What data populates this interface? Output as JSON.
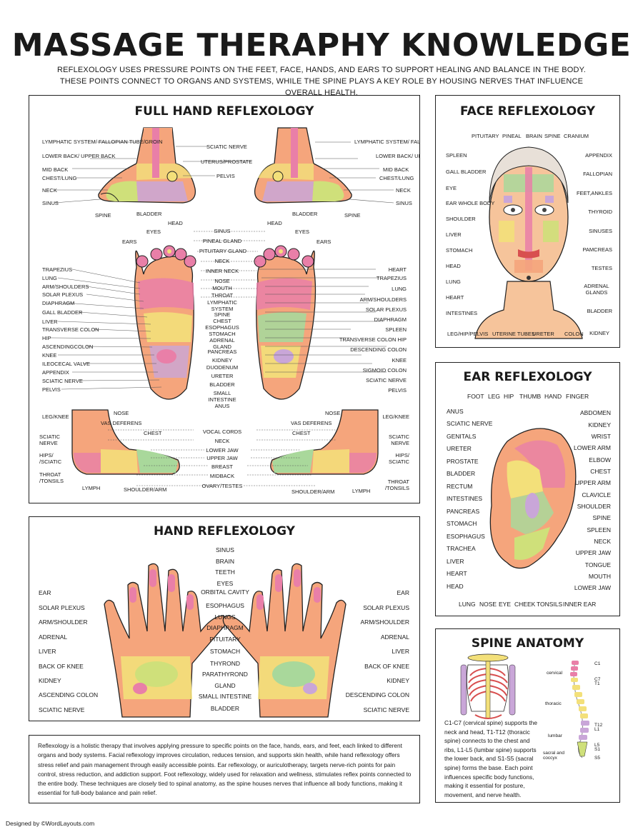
{
  "header": {
    "title": "MASSAGE THERAPHY KNOWLEDGE",
    "intro": "REFLEXOLOGY USES PRESSURE POINTS ON THE FEET, FACE, HANDS, AND EARS TO SUPPORT HEALING AND BALANCE IN THE BODY. THESE POINTS CONNECT TO ORGANS AND SYSTEMS, WHILE THE SPINE PLAYS A KEY ROLE BY HOUSING NERVES THAT INFLUENCE OVERALL HEALTH."
  },
  "colors": {
    "pink": "#e97fa8",
    "peach": "#f5a57c",
    "yellow": "#f3e07a",
    "lime": "#cfe07a",
    "green": "#a9d89b",
    "lavender": "#c9a6d8",
    "skin": "#f6c49b",
    "red": "#d84f4f",
    "border": "#222222"
  },
  "foot": {
    "title": "FULL HAND REFLEXOLOGY",
    "top_left": [
      "LYMPHATIC SYSTEM/ FALLOPIAN TUBE/GROIN",
      "LOWER BACK/ UPPER BACK",
      "MID BACK",
      "CHEST/LUNG",
      "NECK",
      "SINUS"
    ],
    "top_center": [
      "SCIATIC NERVE",
      "UTERUS/PROSTATE",
      "PELVIS"
    ],
    "top_right": [
      "LYMPHATIC SYSTEM/ FALLOPIAN TUBE/GROIN",
      "LOWER BACK/ UPPER BACK",
      "MID BACK",
      "CHEST/LUNG",
      "NECK",
      "SINUS"
    ],
    "top_bottom": [
      "SPINE",
      "BLADDER",
      "BLADDER",
      "SPINE"
    ],
    "sole_top": [
      "EARS",
      "EYES",
      "HEAD",
      "HEAD",
      "EYES",
      "EARS"
    ],
    "sole_left": [
      "TRAPEZIUS",
      "LUNG",
      "ARM/SHOULDERS",
      "SOLAR PLEXUS",
      "DIAPHRAGM",
      "GALL BLADDER",
      "LIVER",
      "TRANSVERSE COLON",
      "HIP",
      "ASCENDINGCOLON",
      "KNEE",
      "ILEOCECAL VALVE",
      "APPENDIX",
      "SCIATIC NERVE",
      "PELVIS"
    ],
    "sole_center": [
      "SINUS",
      "PINEAL GLAND",
      "PITUITARY GLAND",
      "NECK",
      "INNER NECK",
      "NOSE",
      "MOUTH",
      "THROAT",
      "LYMPHATIC SYSTEM",
      "SPINE",
      "CHEST",
      "ESOPHAGUS",
      "STOMACH",
      "ADRENAL GLAND",
      "PANCREAS",
      "KIDNEY",
      "DUODENUM",
      "URETER",
      "BLADDER",
      "SMALL INTESTINE",
      "ANUS"
    ],
    "sole_right": [
      "HEART",
      "TRAPEZIUS",
      "LUNG",
      "ARM/SHOULDERS",
      "SOLAR PLEXUS",
      "DIAPHRAGM",
      "SPLEEN",
      "TRANSVERSE COLON HIP",
      "DESCENDING COLON",
      "KNEE",
      "SIGMOID COLON",
      "SCIATIC NERVE",
      "PELVIS"
    ],
    "side_left": [
      "LEG/KNEE",
      "SCIATIC NERVE",
      "HIPS/ /SCIATIC",
      "THROAT /TONSILS",
      "LYMPH"
    ],
    "side_inner_left": [
      "NOSE",
      "VAS DEFERENS",
      "CHEST"
    ],
    "side_center": [
      "VOCAL CORDS",
      "NECK",
      "LOWER JAW",
      "UPPER JAW",
      "BREAST",
      "MIDBACK",
      "OVARY/TESTES"
    ],
    "side_inner_right": [
      "NOSE",
      "VAS DEFERENS",
      "CHEST"
    ],
    "side_right": [
      "LEG/KNEE",
      "SCIATIC NERVE",
      "HIPS/ SCIATIC",
      "THROAT /TONSILS",
      "LYMPH"
    ],
    "shoulder_arm": [
      "SHOULDER/ARM",
      "SHOULDER/ARM"
    ]
  },
  "face": {
    "title": "FACE REFLEXOLOGY",
    "top": [
      "PITUITARY",
      "PINEAL",
      "BRAIN",
      "SPINE",
      "CRANIUM"
    ],
    "left": [
      "SPLEEN",
      "GALL BLADDER",
      "EYE",
      "EAR WHOLE BODY",
      "SHOULDER",
      "LIVER",
      "STOMACH",
      "HEAD",
      "LUNG",
      "HEART",
      "INTESTINES"
    ],
    "right": [
      "APPENDIX",
      "FALLOPIAN",
      "FEET,ANKLES",
      "THYROID",
      "SINUSES",
      "PAMCREAS",
      "TESTES",
      "ADRENAL GLANDS",
      "BLADDER",
      "KIDNEY"
    ],
    "bottom": [
      "LEG/HIP/PELVIS",
      "UTERINE TUBES",
      "URETER",
      "COLON"
    ]
  },
  "ear": {
    "title": "EAR REFLEXOLOGY",
    "top": [
      "FOOT",
      "LEG",
      "HIP",
      "THUMB",
      "HAND",
      "FINGER"
    ],
    "left": [
      "ANUS",
      "SCIATIC NERVE",
      "GENITALS",
      "URETER",
      "PROSTATE",
      "BLADDER",
      "RECTUM",
      "INTESTINES",
      "PANCREAS",
      "STOMACH",
      "ESOPHAGUS",
      "TRACHEA",
      "LIVER",
      "HEART",
      "HEAD"
    ],
    "right": [
      "ABDOMEN",
      "KIDNEY",
      "WRIST",
      "LOWER ARM",
      "ELBOW",
      "CHEST",
      "UPPER ARM",
      "CLAVICLE",
      "SHOULDER",
      "SPINE",
      "SPLEEN",
      "NECK",
      "UPPER JAW",
      "TONGUE",
      "MOUTH",
      "LOWER JAW"
    ],
    "bottom": [
      "LUNG",
      "NOSE",
      "EYE",
      "CHEEK",
      "TONSILS",
      "INNER EAR"
    ]
  },
  "hand": {
    "title": "HAND REFLEXOLOGY",
    "left": [
      "EAR",
      "SOLAR PLEXUS",
      "ARM/SHOULDER",
      "ADRENAL",
      "LIVER",
      "BACK OF KNEE",
      "KIDNEY",
      "ASCENDING COLON",
      "SCIATIC NERVE"
    ],
    "center": [
      "SINUS",
      "BRAIN",
      "TEETH",
      "EYES",
      "ORBITAL CAVITY",
      "ESOPHAGUS",
      "LUNGS",
      "DIAPHRAGM",
      "PITUITARY",
      "STOMACH",
      "THYROND",
      "PARATHYROND",
      "GLAND",
      "SMALL INTESTINE",
      "BLADDER"
    ],
    "right": [
      "EAR",
      "SOLAR PLEXUS",
      "ARM/SHOULDER",
      "ADRENAL",
      "LIVER",
      "BACK OF KNEE",
      "KIDNEY",
      "DESCENDING COLON",
      "SCIATIC NERVE"
    ]
  },
  "spine": {
    "title": "SPINE ANATOMY",
    "labels": [
      "cervical",
      "thoracic",
      "lumbar",
      "sacral and coccyx"
    ],
    "vertebrae": [
      "C1",
      "C7",
      "T1",
      "T12",
      "L1",
      "L5",
      "S1",
      "S5"
    ],
    "text": "C1-C7 (cervical spine) supports the neck and head, T1-T12 (thoracic spine) connects to the chest and ribs, L1-L5 (lumbar spine) supports the lower back, and S1-S5 (sacral spine) forms the base. Each point influences specific body functions, making it essential for posture, movement, and nerve health."
  },
  "summary": "Reflexology is a holistic therapy that involves applying pressure to specific points on the face, hands, ears, and feet, each linked to different organs and body systems. Facial reflexology improves circulation, reduces tension, and supports skin health, while hand reflexology offers stress relief and pain management through easily accessible points. Ear reflexology, or auriculotherapy, targets nerve-rich points for pain control, stress reduction, and addiction support. Foot reflexology, widely used for relaxation and wellness, stimulates reflex points connected to the entire body. These techniques are closely tied to spinal anatomy, as the spine houses nerves that influence all body functions, making it essential for full-body balance and pain relief.",
  "credit": "Designed by ©WordLayouts.com"
}
